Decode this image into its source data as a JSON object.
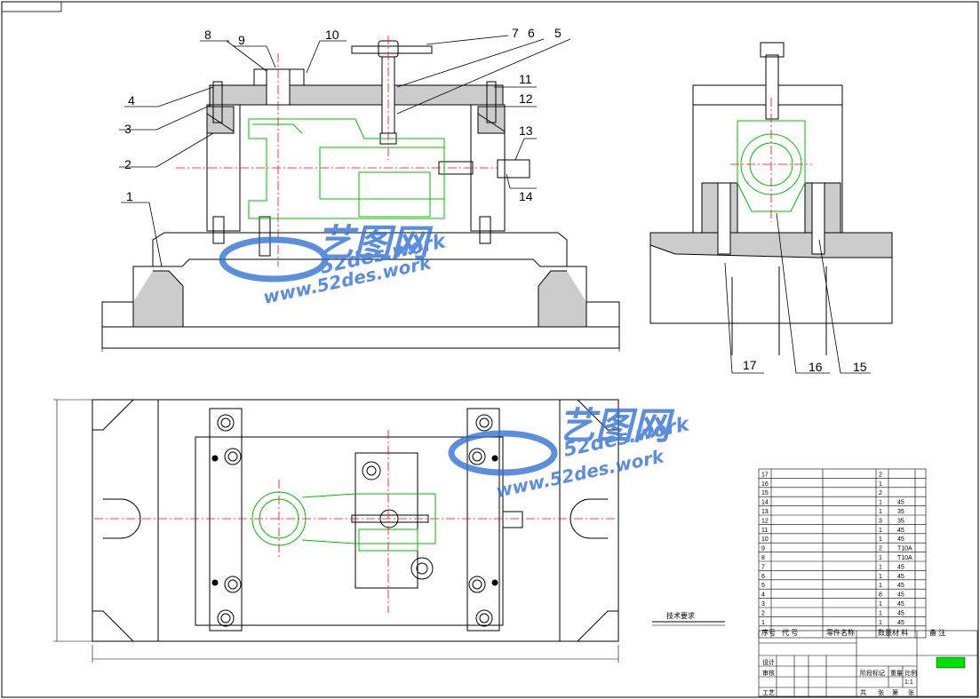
{
  "balloons_front": [
    "8",
    "9",
    "10",
    "7",
    "6",
    "5",
    "4",
    "3",
    "2",
    "1",
    "11",
    "12",
    "13",
    "14"
  ],
  "balloons_side": [
    "17",
    "16",
    "15"
  ],
  "watermark": {
    "brand_cn": "艺图网",
    "site": "www.52des.work",
    "site_b": "52des.work",
    "site_c": "www.52des.work"
  },
  "notes_heading": "技术要求",
  "bom": {
    "header": {
      "no": "序号",
      "code": "代 号",
      "name": "零件名称",
      "qty": "数量",
      "mat": "材 料",
      "remark": "备 注"
    },
    "rows": [
      {
        "no": "17",
        "qty": "2",
        "mat": ""
      },
      {
        "no": "16",
        "qty": "1",
        "mat": ""
      },
      {
        "no": "15",
        "qty": "2",
        "mat": ""
      },
      {
        "no": "14",
        "qty": "1",
        "mat": "45"
      },
      {
        "no": "13",
        "qty": "1",
        "mat": "35"
      },
      {
        "no": "12",
        "qty": "3",
        "mat": "35"
      },
      {
        "no": "11",
        "qty": "1",
        "mat": "45"
      },
      {
        "no": "10",
        "qty": "1",
        "mat": "45"
      },
      {
        "no": "9",
        "qty": "2",
        "mat": "T10A"
      },
      {
        "no": "8",
        "qty": "1",
        "mat": "T10A"
      },
      {
        "no": "7",
        "qty": "1",
        "mat": "45"
      },
      {
        "no": "6",
        "qty": "1",
        "mat": "45"
      },
      {
        "no": "5",
        "qty": "1",
        "mat": "45"
      },
      {
        "no": "4",
        "qty": "8",
        "mat": "45"
      },
      {
        "no": "3",
        "qty": "1",
        "mat": "45"
      },
      {
        "no": "2",
        "qty": "1",
        "mat": "45"
      },
      {
        "no": "1",
        "qty": "1",
        "mat": "45"
      }
    ]
  },
  "title_block": {
    "scale": "1:1",
    "cells": [
      "设计",
      "审核",
      "工艺",
      "阶段标记",
      "重量",
      "比例",
      "共",
      "张",
      "第",
      "张"
    ]
  },
  "colors": {
    "line": "#000000",
    "workpiece": "#00c000",
    "center": "#ff0000",
    "watermark": "#2f6fd6"
  }
}
